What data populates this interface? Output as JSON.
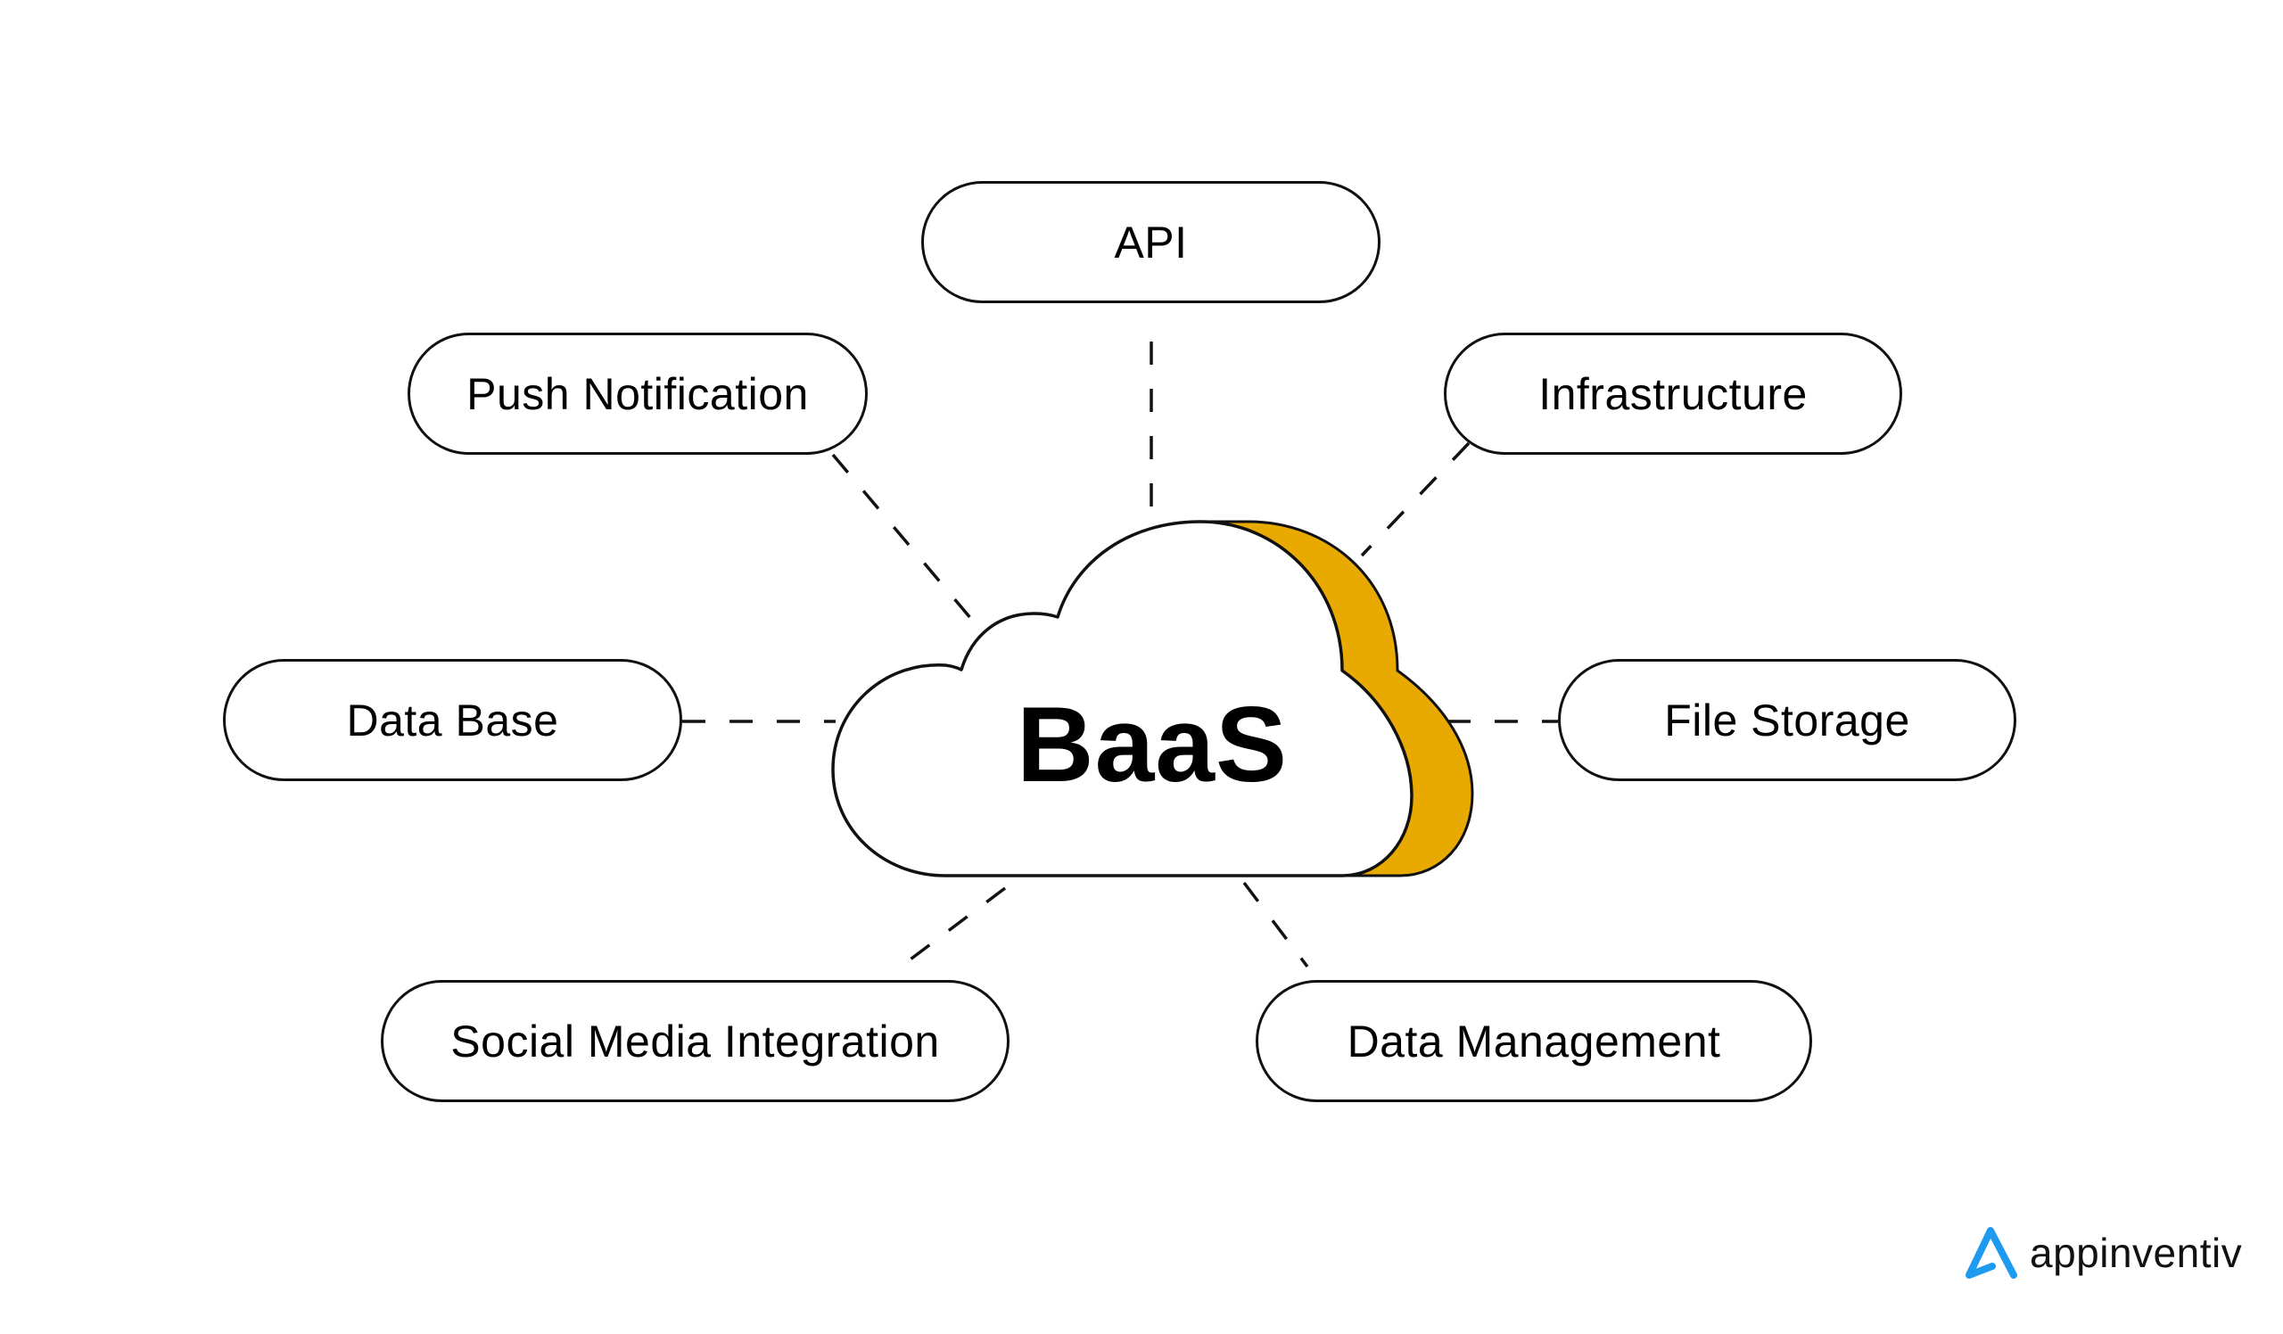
{
  "diagram": {
    "center": {
      "label": "BaaS"
    },
    "nodes": [
      {
        "id": "api",
        "label": "API"
      },
      {
        "id": "push",
        "label": "Push Notification"
      },
      {
        "id": "infra",
        "label": "Infrastructure"
      },
      {
        "id": "db",
        "label": "Data Base"
      },
      {
        "id": "files",
        "label": "File Storage"
      },
      {
        "id": "social",
        "label": "Social Media Integration"
      },
      {
        "id": "dm",
        "label": "Data Management"
      }
    ],
    "connector_style": "dashed"
  },
  "colors": {
    "accent": "#E8A900",
    "stroke": "#111111",
    "background": "#FFFFFF",
    "brand": "#1E9BF0"
  },
  "brand": {
    "name": "appinventiv",
    "icon": "appinventiv-logo-icon"
  }
}
